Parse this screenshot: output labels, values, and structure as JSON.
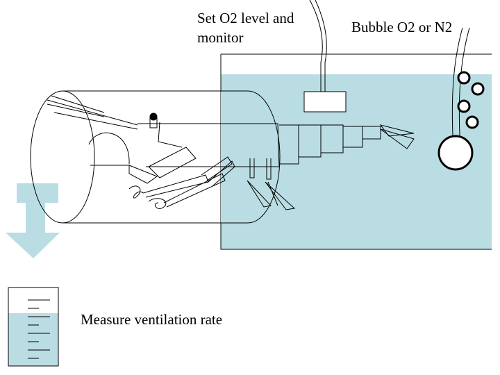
{
  "labels": {
    "set_o2_line1": "Set O2 level and",
    "set_o2_line2": "monitor",
    "bubble": "Bubble O2 or N2",
    "measure": "Measure ventilation rate"
  },
  "colors": {
    "water": "#b9dde3",
    "stroke": "#000000",
    "background": "#ffffff"
  },
  "icons": {
    "specimen": "crayfish-icon",
    "outflow": "down-arrow-icon",
    "bubbles": "bubble-icon"
  }
}
